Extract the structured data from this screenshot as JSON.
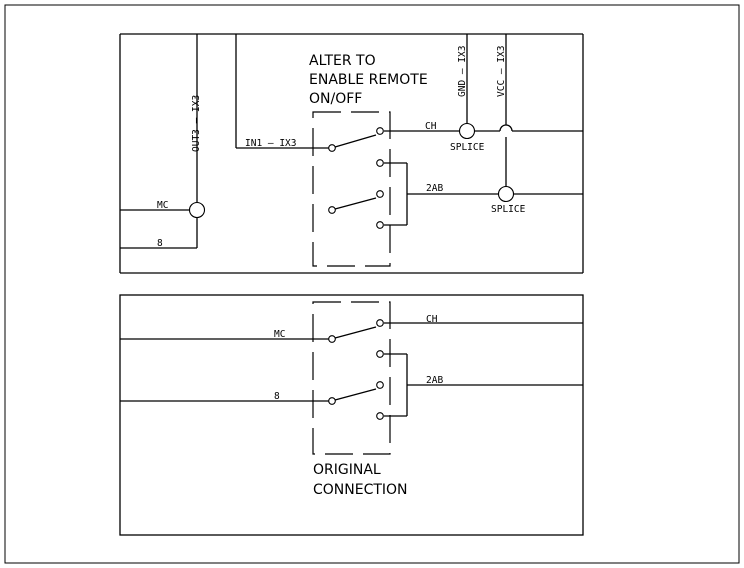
{
  "top_panel": {
    "note": [
      "ALTER TO",
      "ENABLE REMOTE",
      "ON/OFF"
    ],
    "labels": {
      "out3": "OUT3 – IX3",
      "in1": "IN1 – IX3",
      "gnd": "GND – IX3",
      "vcc": "VCC – IX3",
      "ch": "CH",
      "splice1": "SPLICE",
      "tab": "2AB",
      "splice2": "SPLICE",
      "mc": "MC",
      "eight": "8"
    }
  },
  "bottom_panel": {
    "note": [
      "ORIGINAL",
      "CONNECTION"
    ],
    "labels": {
      "mc": "MC",
      "ch": "CH",
      "eight": "8",
      "tab": "2AB"
    }
  }
}
